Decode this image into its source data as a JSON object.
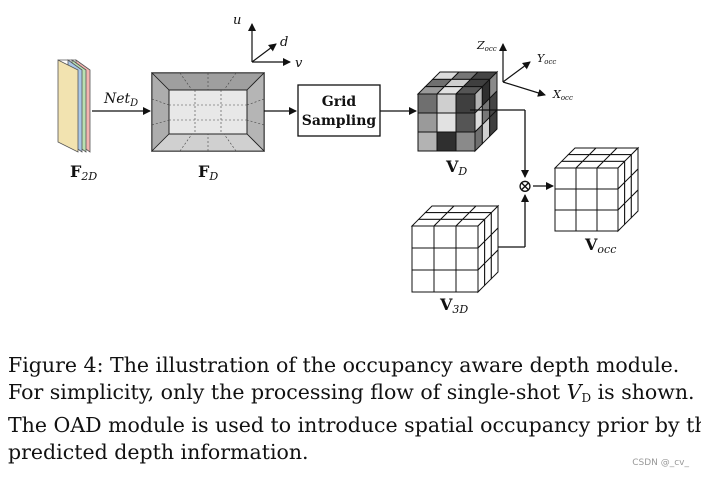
{
  "figure": {
    "labels": {
      "f2d_main": "F",
      "f2d_sub": "2D",
      "net_main": "Net",
      "net_sub": "D",
      "fd_main": "F",
      "fd_sub": "D",
      "grid_line1": "Grid",
      "grid_line2": "Sampling",
      "vd_main": "V",
      "vd_sub": "D",
      "v3d_main": "V",
      "v3d_sub": "3D",
      "vocc_main": "V",
      "vocc_sub": "occ",
      "axis_u": "u",
      "axis_d": "d",
      "axis_v": "v",
      "axis_z_main": "Z",
      "axis_z_sub": "occ",
      "axis_y_main": "Y",
      "axis_y_sub": "occ",
      "axis_x_main": "X",
      "axis_x_sub": "occ",
      "multiply_symbol": "⊗"
    },
    "colors": {
      "layer_pink": "#f4b4b0",
      "layer_green": "#b9e0b2",
      "layer_blue": "#a9c8e8",
      "layer_cream": "#f2e3b0",
      "feature_gray": "#bdbdbd"
    }
  },
  "caption": {
    "line1": "Figure 4:  The illustration of the occupancy aware depth module.",
    "line2_a": "For simplicity, only the processing flow of single-shot ",
    "line2_var": "V",
    "line2_sub": "D",
    "line2_b": " is shown.",
    "line3": "The OAD module is used to introduce spatial occupancy prior by the",
    "line4": "predicted depth information."
  },
  "watermark": "CSDN @_cv_"
}
